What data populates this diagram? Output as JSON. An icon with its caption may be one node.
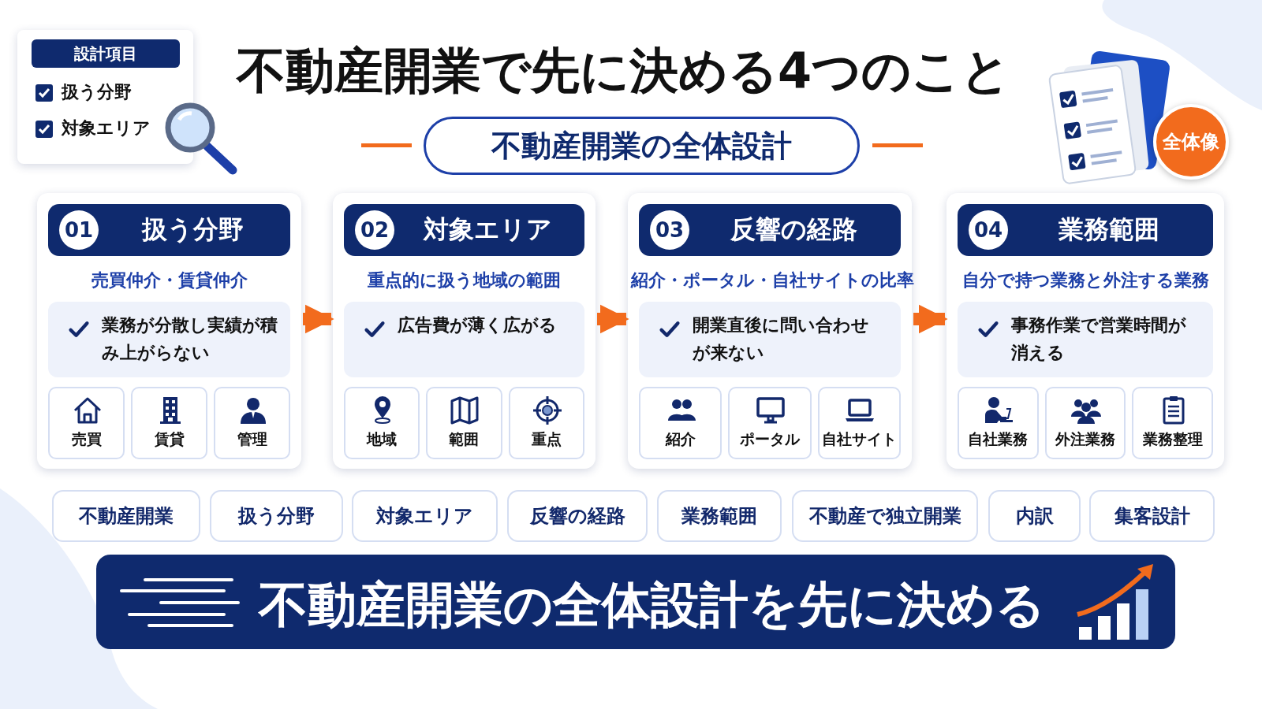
{
  "diagram": {
    "title": "不動産開業で先に決める4つのこと",
    "nodes": [
      {
        "text": [
          "01",
          "扱う分野",
          "売買仲介・賃貸仲介",
          "業務が分散し実績が積み上がらない"
        ]
      },
      {
        "text": [
          "売買"
        ],
        "in": 0
      },
      {
        "text": [
          "賃貸"
        ],
        "in": 0
      },
      {
        "text": [
          "管理"
        ],
        "in": 0
      },
      {
        "text": [
          "02",
          "対象エリア",
          "重点的に扱う地域の範囲",
          "広告費が薄く広がる"
        ]
      },
      {
        "text": [
          "地域"
        ],
        "in": 4
      },
      {
        "text": [
          "範囲"
        ],
        "in": 4
      },
      {
        "text": [
          "重点"
        ],
        "in": 4
      },
      {
        "text": [
          "03",
          "反響の経路",
          "紹介・ポータル・自社サイトの比率",
          "開業直後に問い合わせが来ない"
        ]
      },
      {
        "text": [
          "紹介"
        ],
        "in": 8
      },
      {
        "text": [
          "ポータル"
        ],
        "in": 8
      },
      {
        "text": [
          "自社サイト"
        ],
        "in": 8
      },
      {
        "text": [
          "04",
          "業務範囲",
          "自分で持つ業務と外注する業務",
          "事務作業で営業時間が消える"
        ]
      },
      {
        "text": [
          "自社業務"
        ],
        "in": 12
      },
      {
        "text": [
          "外注業務"
        ],
        "in": 12
      },
      {
        "text": [
          "業務整理"
        ],
        "in": 12
      },
      {
        "text": [
          "不動産開業の全体設計"
        ]
      },
      {
        "text": [
          "設計項目",
          "扱う分野",
          "対象エリア"
        ]
      },
      {
        "text": [
          "不動産開業"
        ]
      },
      {
        "text": [
          "扱う分野"
        ]
      },
      {
        "text": [
          "対象エリア"
        ]
      },
      {
        "text": [
          "反響の経路"
        ]
      },
      {
        "text": [
          "業務範囲"
        ]
      },
      {
        "text": [
          "不動産で独立開業"
        ]
      },
      {
        "text": [
          "内訳"
        ]
      },
      {
        "text": [
          "集客設計"
        ]
      },
      {
        "text": [
          "不動産開業の全体設計を先に決める"
        ]
      },
      {
        "text": [
          "全体像"
        ]
      }
    ],
    "edges": [
      {
        "from": 0,
        "to": 4,
        "arrow": "to"
      },
      {
        "from": 4,
        "to": 8,
        "arrow": "to"
      },
      {
        "from": 8,
        "to": 12,
        "arrow": "to"
      }
    ]
  }
}
